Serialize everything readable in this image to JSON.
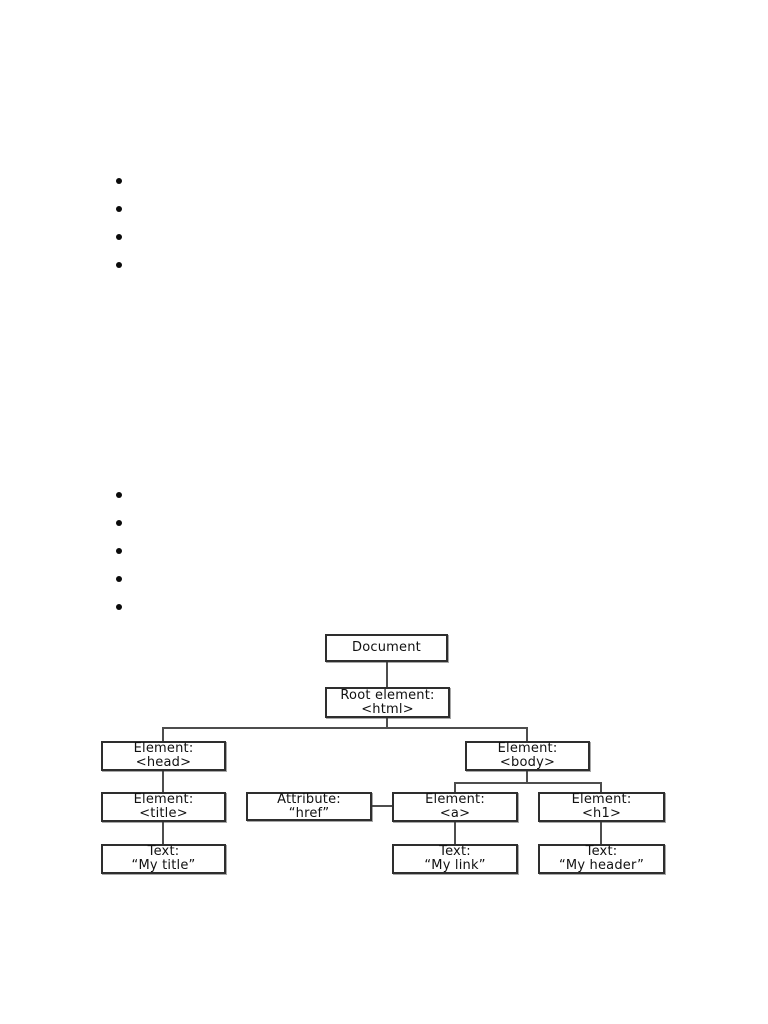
{
  "page": {
    "background": "#ffffff"
  },
  "bullet_lists": [
    {
      "items": [
        "",
        "",
        "",
        ""
      ]
    },
    {
      "items": [
        "",
        "",
        "",
        "",
        ""
      ]
    }
  ],
  "diagram": {
    "border_color": "#2e2e2e",
    "line_color": "#4d4d4d",
    "nodes": {
      "document": {
        "label": "Document"
      },
      "root": {
        "line1": "Root element:",
        "line2": "<html>"
      },
      "head": {
        "line1": "Element:",
        "line2": "<head>"
      },
      "body": {
        "line1": "Element:",
        "line2": "<body>"
      },
      "title": {
        "line1": "Element:",
        "line2": "<title>"
      },
      "attr": {
        "line1": "Attribute:",
        "line2": "“href”"
      },
      "a": {
        "line1": "Element:",
        "line2": "<a>"
      },
      "h1": {
        "line1": "Element:",
        "line2": "<h1>"
      },
      "text_title": {
        "line1": "Text:",
        "line2": "“My title”"
      },
      "text_link": {
        "line1": "Text:",
        "line2": "“My link”"
      },
      "text_header": {
        "line1": "Text:",
        "line2": "“My header”"
      }
    }
  }
}
